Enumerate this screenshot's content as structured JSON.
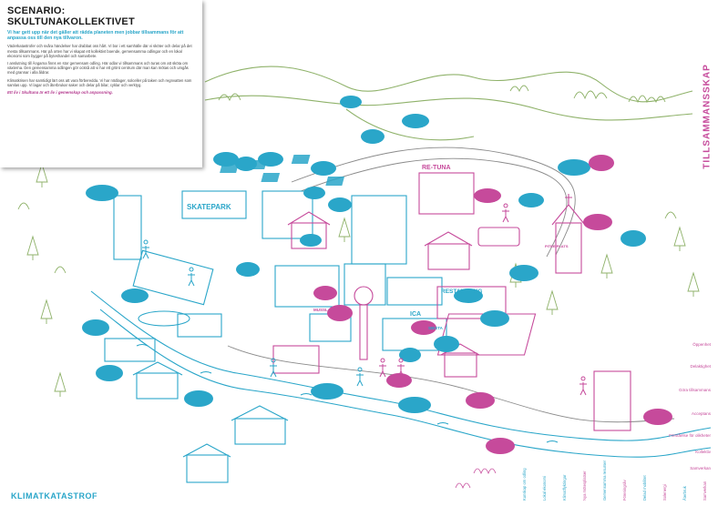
{
  "card": {
    "title": "SCENARIO: SKULTUNAKOLLEKTIVET",
    "lead": "Vi har gett upp när det gäller att rädda planeten men jobbar tillsammans för att anpassa oss till den nya tillvaron.",
    "paragraphs": [
      "Väderkatastrofer och svåra händelser har drabbat oss hårt. Vi bor i ett samhälle där vi sköter och delar på det mesta tillsammans. Här på orten har vi skapat ett kollektivt boende, gemensamma odlingar och en lokal ekonomi som bygger på byteshandel och samarbete.",
      "I anslutning till Ängarna finns en stor gemensam odling. Här odlar vi tillsammans och turas om att sköta om växterna. Den gemensamma odlingen gör också att vi har ett grönt centrum där man kan mötas och umgås med grannar i alla åldrar.",
      "Klimatkrisen har samtidigt lärt oss att vara förberedda. Vi har nödlager, solceller på taken och regnvatten som samlas upp. Vi lagar och återbrukar saker och delar på bilar, cyklar och verktyg."
    ],
    "footer": "Ett liv i Skultuna är ett liv i gemenskap och anpassning."
  },
  "side_title": "TILLSAMMANSSKAP",
  "bottom_title": "KLIMATKATASTROF",
  "legend": [
    "Öppenhet",
    "Delaktighet",
    "Göra tillsammans",
    "Acceptans",
    "Förståelse för olikheter",
    "Kollektiv",
    "Samverkan"
  ],
  "bottom_columns": [
    "Kunskap om odling",
    "Lokal ekonomi",
    "Klimatflyktingar",
    "Nya mötesplatser",
    "Gemensamma resurser",
    "Föreningsliv",
    "Delad mobilitet",
    "Solenergi",
    "Återbruk",
    "Samverkan"
  ],
  "building_signs": {
    "skatepark": "SKATEPARK",
    "retuna": "RE-TUNA",
    "restaurang": "RESTAURANG",
    "ica": "ICA",
    "siesta": "SIESTA",
    "mussla": "MUSSLA",
    "pitee": "PITEE PLATS"
  },
  "colors": {
    "green": "#8fb26a",
    "blue": "#2aa6c9",
    "pink": "#c64a9b",
    "grey": "#6b6b6b"
  }
}
